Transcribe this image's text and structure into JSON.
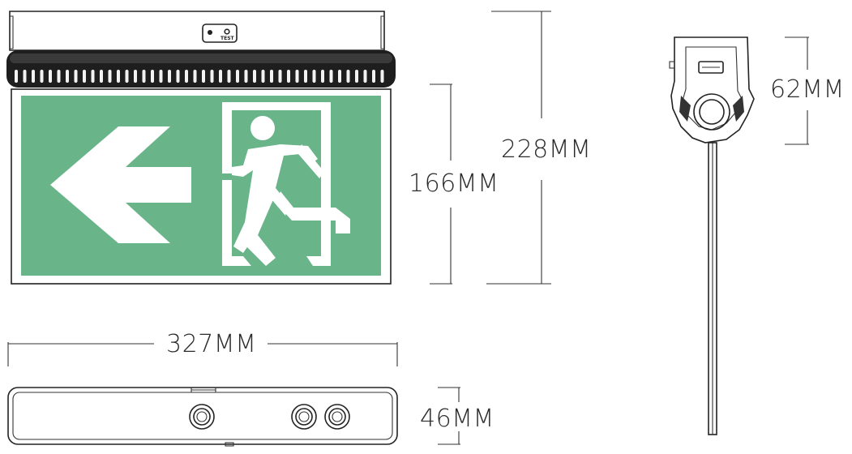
{
  "colors": {
    "sign_green": "#69b489",
    "sign_white": "#ffffff",
    "line": "#222222",
    "text": "#2b2b2b",
    "housing_fill": "#ffffff"
  },
  "housing": {
    "test_label": "TEST"
  },
  "sign": {
    "pictogram": "running-man-exit-left-arrow"
  },
  "dimensions": {
    "overall_height": "228MM",
    "sign_height": "166MM",
    "width": "327MM",
    "depth": "46MM",
    "side_height": "62MM"
  }
}
